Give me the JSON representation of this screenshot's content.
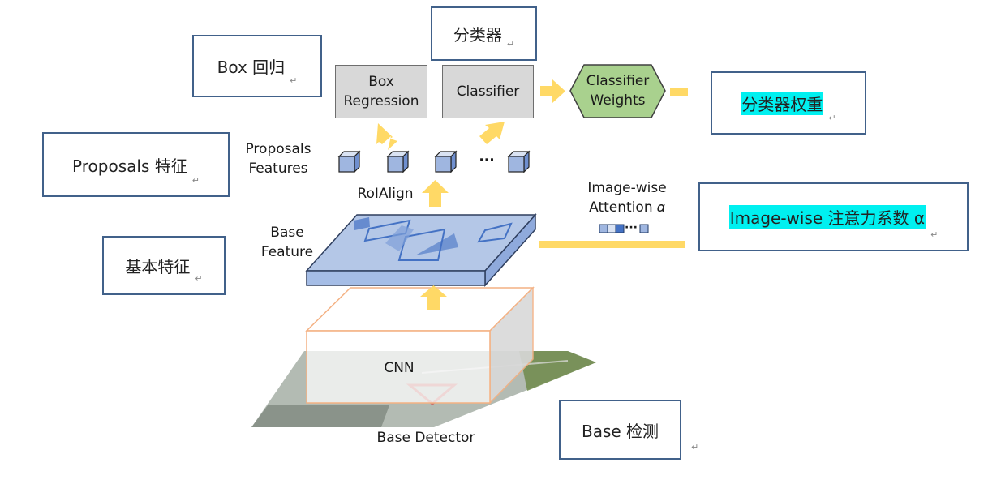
{
  "callouts": {
    "box_regression": "Box 回归",
    "classifier": "分类器",
    "classifier_weights": "分类器权重",
    "proposals_features": "Proposals  特征",
    "image_wise_attention": "Image-wise  注意力系数 α",
    "base_feature": "基本特征",
    "base_detection": "Base 检测"
  },
  "return_mark": "↵",
  "nodes": {
    "box_regression_line1": "Box",
    "box_regression_line2": "Regression",
    "classifier": "Classifier",
    "classifier_weights_line1": "Classifier",
    "classifier_weights_line2": "Weights"
  },
  "labels": {
    "proposals_line1": "Proposals",
    "proposals_line2": "Features",
    "roialign": "RoIAlign",
    "ellipsis": "···",
    "attention_line1": "Image-wise",
    "attention_line2": "Attention 𝛼",
    "attention_ellipsis": "···",
    "base_line1": "Base",
    "base_line2": "Feature",
    "cnn": "CNN",
    "base_detector": "Base Detector"
  },
  "colors": {
    "callout_border": "#41618a",
    "highlight": "#00f0f0",
    "arrow": "#ffd966",
    "node_gray": "#d8d8d8",
    "weights_green": "#a9d18e",
    "feature_blue": "#b4c7e7",
    "cube_blue": "#9fb6e0",
    "cnn_border": "#f4b183"
  }
}
